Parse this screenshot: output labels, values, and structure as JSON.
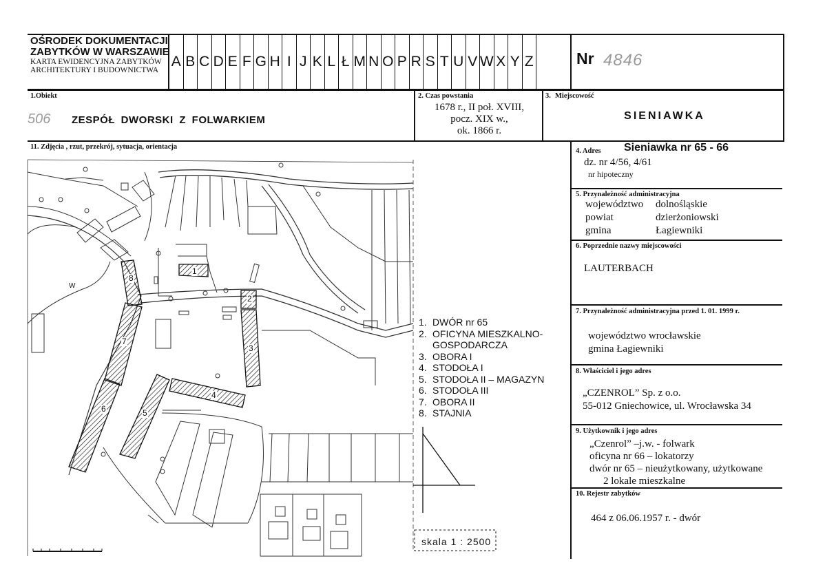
{
  "header": {
    "institution_line1": "OŚRODEK DOKUMENTACJI",
    "institution_line2": "ZABYTKÓW W WARSZAWIE",
    "institution_line3": "KARTA EWIDENCYJNA ZABYTKÓW",
    "institution_line4": "ARCHITEKTURY I BUDOWNICTWA",
    "letters": [
      "A",
      "B",
      "C",
      "D",
      "E",
      "F",
      "G",
      "H",
      "I",
      "J",
      "K",
      "L",
      "Ł",
      "M",
      "N",
      "O",
      "P",
      "R",
      "S",
      "T",
      "U",
      "V",
      "W",
      "X",
      "Y",
      "Z"
    ],
    "nr_label": "Nr",
    "nr_value": "4846"
  },
  "section1": {
    "label": "1.Obiekt",
    "number": "506",
    "name": "ZESPÓŁ DWORSKI Z FOLWARKIEM"
  },
  "section2": {
    "label": "2. Czas powstania",
    "line1": "1678 r., II poł. XVIII,",
    "line2": "pocz. XIX w.,",
    "line3": "ok. 1866 r."
  },
  "section3": {
    "label": "3.",
    "label2": "Miejscowość",
    "value": "SIENIAWKA"
  },
  "section11": {
    "label": "11. Zdjęcia , rzut, przekrój, sytuacja, orientacja",
    "legend": [
      {
        "num": "1.",
        "text": "DWÓR nr 65"
      },
      {
        "num": "2.",
        "text": "OFICYNA MIESZKALNO-",
        "cont": "GOSPODARCZA"
      },
      {
        "num": "3.",
        "text": "OBORA I"
      },
      {
        "num": "4.",
        "text": "STODOŁA I"
      },
      {
        "num": "5.",
        "text": "STODOŁA II – MAGAZYN"
      },
      {
        "num": "6.",
        "text": "STODOŁA III"
      },
      {
        "num": "7.",
        "text": "OBORA  II"
      },
      {
        "num": "8.",
        "text": "STAJNIA"
      }
    ],
    "scale": "skala  1 : 2500",
    "map_letter_w": "W",
    "building_numbers": [
      "1",
      "2",
      "3",
      "4",
      "5",
      "6",
      "7",
      "8"
    ]
  },
  "section4": {
    "label": "4. Adres",
    "address": "Sieniawka  nr  65 - 66",
    "dz": "dz. nr  4/56, 4/61",
    "hip": "nr hipoteczny"
  },
  "section5": {
    "label": "5. Przynależność administracyjna",
    "rows": [
      {
        "k": "województwo",
        "v": "dolnośląskie"
      },
      {
        "k": "powiat",
        "v": "dzierżoniowski"
      },
      {
        "k": "gmina",
        "v": "Łagiewniki"
      }
    ]
  },
  "section6": {
    "label": "6. Poprzednie nazwy miejscowości",
    "value": "LAUTERBACH"
  },
  "section7": {
    "label": "7. Przynależność administracyjna  przed 1. 01. 1999 r.",
    "line1": "województwo  wrocławskie",
    "line2": "gmina   Łagiewniki"
  },
  "section8": {
    "label": "8. Właściciel i jego adres",
    "line1": "„CZENROL” Sp. z o.o.",
    "line2": "55-012 Gniechowice, ul. Wrocławska 34"
  },
  "section9": {
    "label": "9. Użytkownik i jego adres",
    "line1": "„Czenrol” –j.w. - folwark",
    "line2": "oficyna nr 66 – lokatorzy",
    "line3": "dwór nr 65 – nieużytkowany, użytkowane",
    "line4": "2 lokale mieszkalne"
  },
  "section10": {
    "label": "10. Rejestr zabytków",
    "value": "464 z 06.06.1957 r. - dwór"
  }
}
